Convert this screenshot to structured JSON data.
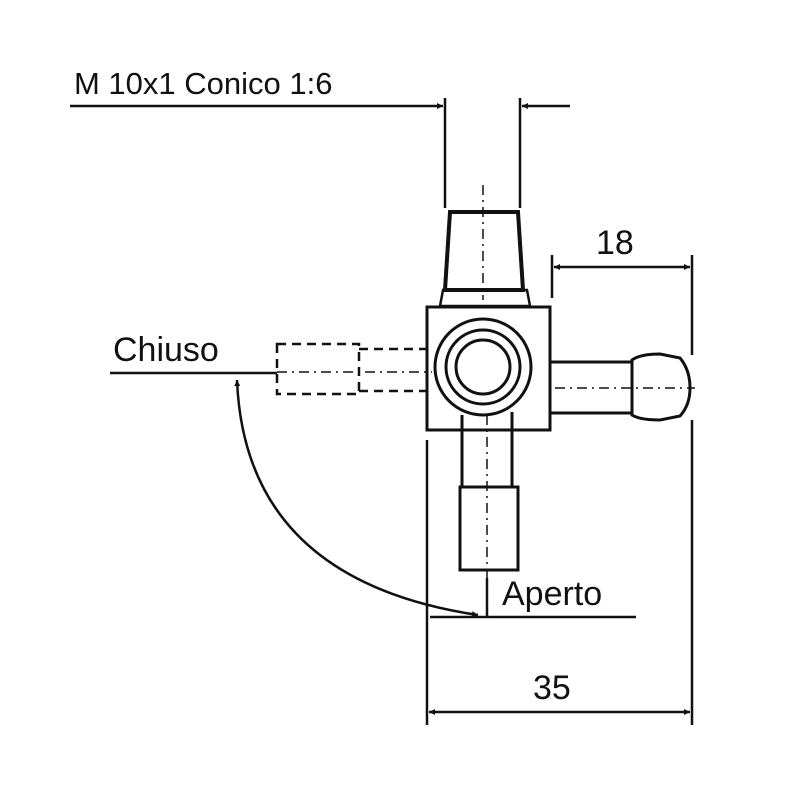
{
  "labels": {
    "thread": "M 10x1 Conico 1:6",
    "closed": "Chiuso",
    "open": "Aperto",
    "dim_18": "18",
    "dim_35": "35"
  },
  "colors": {
    "ink": "#111111",
    "background": "#ffffff"
  }
}
